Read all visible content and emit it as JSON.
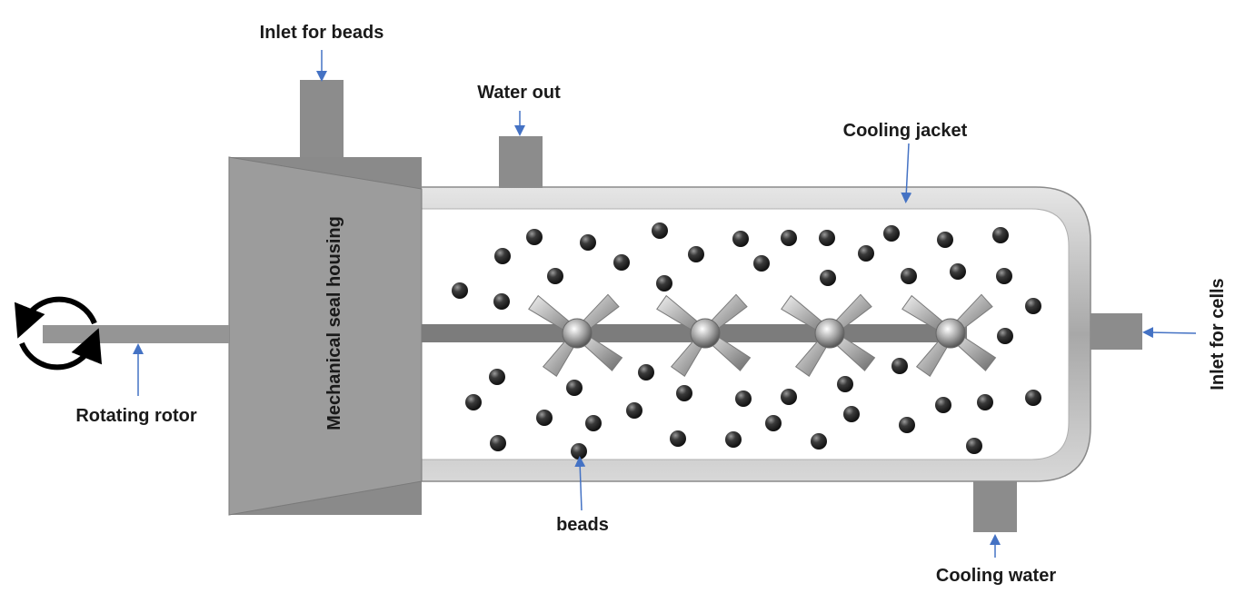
{
  "labels": {
    "inlet_beads": "Inlet for beads",
    "water_out": "Water out",
    "cooling_jacket": "Cooling jacket",
    "mechanical_seal": "Mechanical seal housing",
    "rotating_rotor": "Rotating rotor",
    "beads": "beads",
    "cooling_water": "Cooling water",
    "inlet_cells": "Inlet for cells"
  },
  "colors": {
    "housing": "#9a9a9a",
    "pipe": "#8c8c8c",
    "jacket": "#c8c8c8",
    "chamber": "#ffffff",
    "bead": "#2b2b2b",
    "arrow": "#4472c4",
    "rotation": "#000000"
  }
}
